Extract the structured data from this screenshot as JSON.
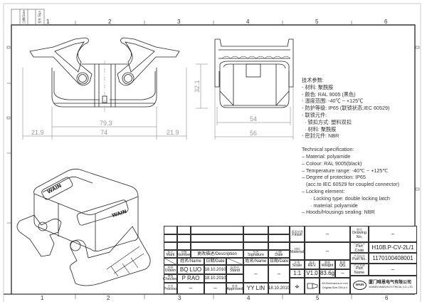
{
  "revision_box": {
    "date_label": "日期/Date",
    "sign_label": "签名 Sign"
  },
  "zones": {
    "top": [
      "1",
      "2",
      "3",
      "4",
      "5",
      "6"
    ],
    "bottom": [
      "1",
      "2",
      "3",
      "4",
      "5",
      "6"
    ]
  },
  "dimensions": {
    "overall_width": "79.3",
    "flange_left": "21.9",
    "body_width": "74",
    "flange_right": "21.9",
    "height": "32.1",
    "side_inner": "54",
    "side_outer": "56"
  },
  "iso_view": {
    "brand_mark": "WAIN"
  },
  "spec_cn": {
    "title": "技术参数:",
    "items": [
      "- 材料: 聚酰胺",
      "- 颜色: RAL 9005 (黑色)",
      "- 温度范围: -40℃ ~ +125℃",
      "- 防护等级: IP65 (联锁状态,IEC 60529)",
      "- 联锁元件:",
      "  · 锁扣方式: 塑料双扣",
      "  · 材料: 聚酰胺",
      "- 密封元件: NBR"
    ]
  },
  "spec_en": {
    "title": "Technical specification:",
    "items": [
      "– Material: polyamide",
      "– Colour: RAL 9005(black)",
      "– Temperature range: -40℃ ~ +125℃",
      "– Degree of protection: IP65",
      "   (acc.to IEC 60529 for coupled connector)",
      "– Locking element:",
      "      · Locking type: double locking latch",
      "      · material: polyamide",
      "– Hoods/Housings sealing: NBR"
    ]
  },
  "title_block": {
    "mark": {
      "cn": "标记",
      "en": "Mark"
    },
    "number": {
      "cn": "处数",
      "en": "Number"
    },
    "description": "更改描述/Description",
    "signature": {
      "cn": "签名",
      "en": "Signature"
    },
    "date": {
      "cn": "日期",
      "en": "Date"
    },
    "name_date_left": {
      "name": "姓名/Name",
      "date": "日期/Date"
    },
    "name_date_right": {
      "name": "姓名/Name",
      "date": "日期/Date"
    },
    "drawn": {
      "cn": "绘图",
      "en": "Drawn",
      "name": "BQ LUO",
      "date": "18.10.2010"
    },
    "checked": {
      "cn": "审核",
      "en": "Checked",
      "name": "P RAO",
      "date": "18.10.2010"
    },
    "process": {
      "cn": "工艺",
      "en": "Process",
      "name": "–",
      "date": "–"
    },
    "stand": {
      "cn": "标准化",
      "en": "Stand",
      "name": "–",
      "date": "–"
    },
    "approved": {
      "cn": "批准",
      "en": "Approved",
      "name": "YY LIN",
      "date": "18.10.2010"
    },
    "finish": {
      "cn": "表面处理",
      "en": "Finish",
      "value": "–"
    },
    "material": {
      "cn": "材料",
      "en": "Material",
      "value": "–"
    },
    "scale": {
      "cn": "比例",
      "en": "Scale",
      "value": "1:1"
    },
    "rev": {
      "cn": "版本",
      "en": "REV.",
      "value": "V1.0"
    },
    "weight": {
      "cn": "重量",
      "en": "Weight",
      "value": "83.6g"
    },
    "qty": {
      "cn": "数量",
      "en": "Qty.",
      "value": "–"
    },
    "units_note": [
      "All Dimensions in mm",
      "Original Size DIN A 4"
    ],
    "drawing_no": {
      "cn": "图号",
      "en": "Drawing No.",
      "value": "–"
    },
    "part_code": {
      "cn": "产品代号",
      "en": "Part Code",
      "value": "H10B.P-CV-2L/1"
    },
    "part_no": {
      "cn": "产品料号",
      "en": "Part No.",
      "value": "1170100408001"
    },
    "part_name": {
      "cn": "产品名称",
      "en": "Part Name",
      "value": "–"
    },
    "company": {
      "logo": "WAIN",
      "cn": "厦门唯恩电气有限公司",
      "en": "XIAMEN WAIN ELECTRICAL CO.,LTD"
    }
  }
}
